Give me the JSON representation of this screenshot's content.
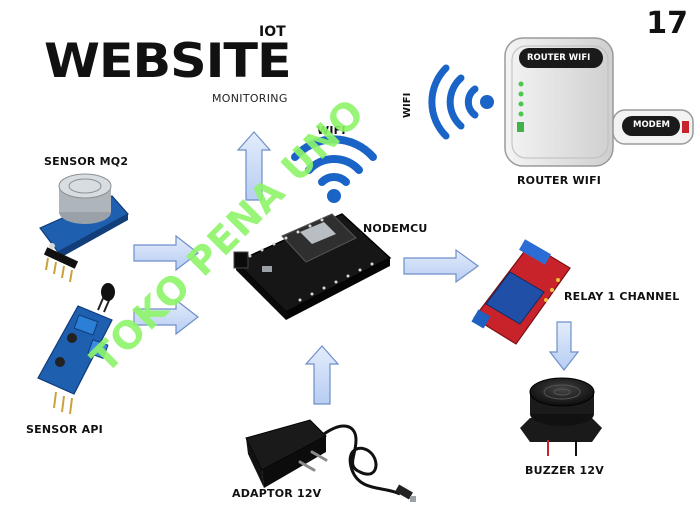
{
  "header": {
    "title": "WEBSITE",
    "iot": "IOT",
    "subtitle": "MONITORING",
    "page_number": "17"
  },
  "labels": {
    "sensor_mq2": "SENSOR MQ2",
    "sensor_api": "SENSOR API",
    "wifi_top": "WIFI",
    "wifi_side": "WIFI",
    "nodemcu": "NODEMCU",
    "router_badge": "ROUTER WIFI",
    "router_label": "ROUTER WIFI",
    "modem_badge": "MODEM",
    "relay": "RELAY 1 CHANNEL",
    "buzzer": "BUZZER 12V",
    "adaptor": "ADAPTOR 12V"
  },
  "watermark": "TOKO PENA UNO",
  "colors": {
    "arrow_fill": "#c9daf6",
    "arrow_stroke": "#6f8fc9",
    "wifi_blue": "#1a64c8",
    "board_black": "#161616",
    "sensor_blue": "#1e5fb0",
    "relay_red": "#c8232a",
    "watermark_green": "#8ef56a"
  }
}
